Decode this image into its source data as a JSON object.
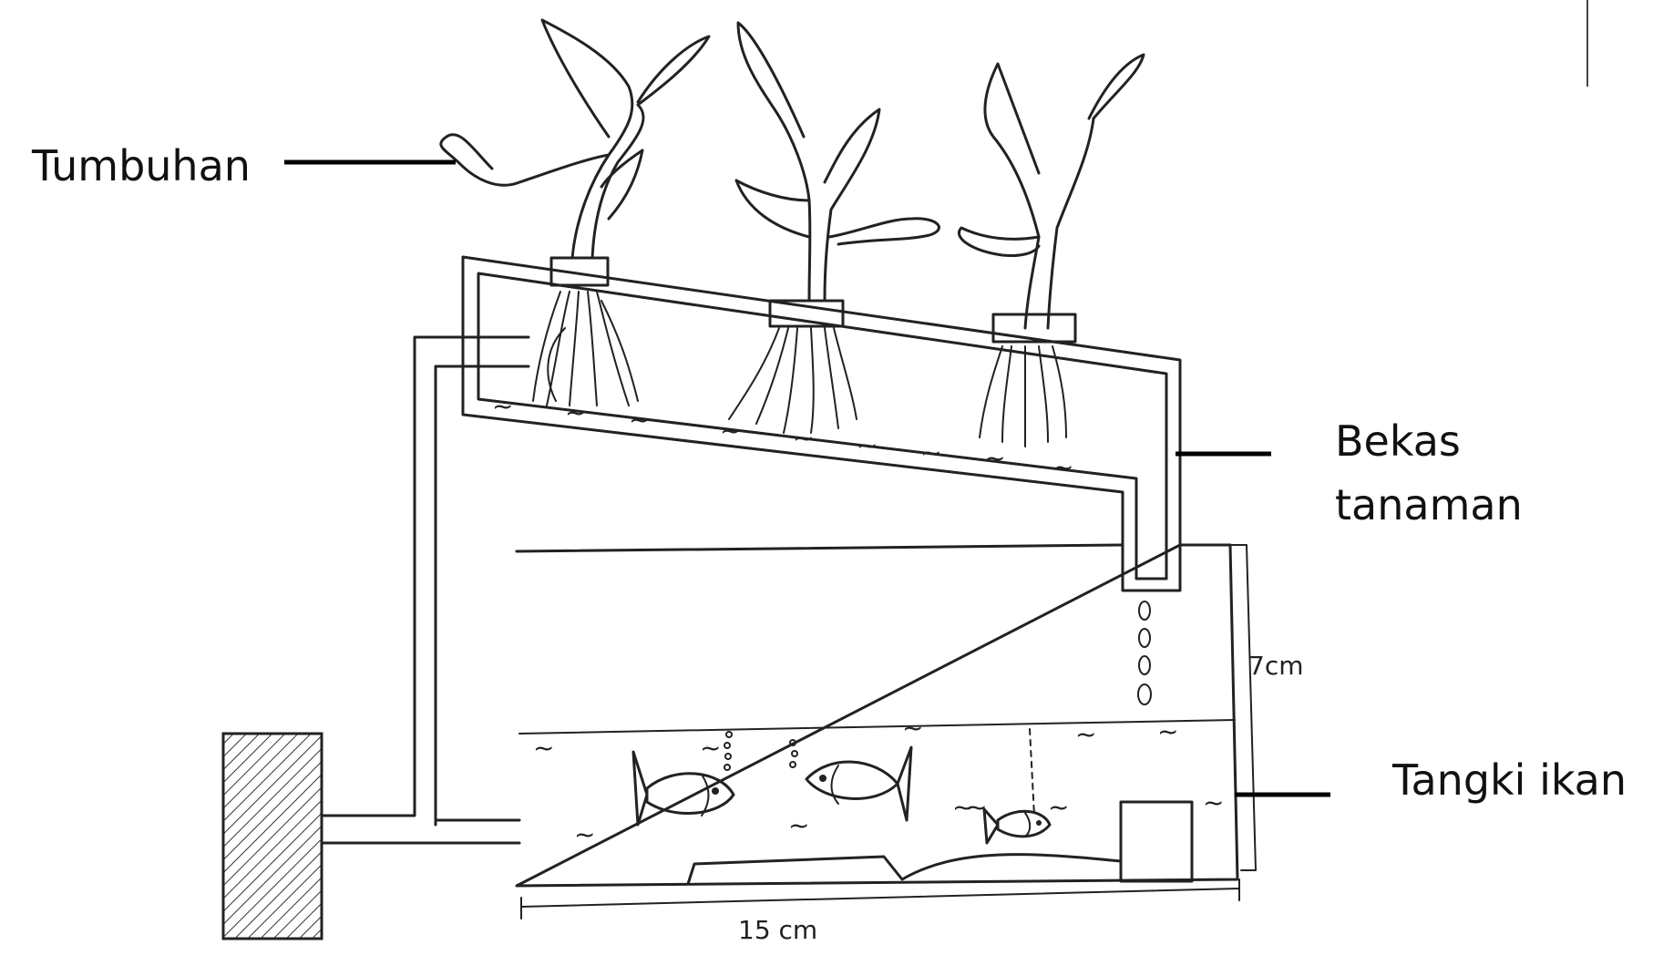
{
  "labels": {
    "plants": "Tumbuhan",
    "container_line1": "Bekas",
    "container_line2": "tanaman",
    "tank": "Tangki ikan"
  },
  "dimensions": {
    "height": "7cm",
    "width": "15  cm"
  },
  "colors": {
    "ink": "#222222",
    "background": "#ffffff"
  }
}
